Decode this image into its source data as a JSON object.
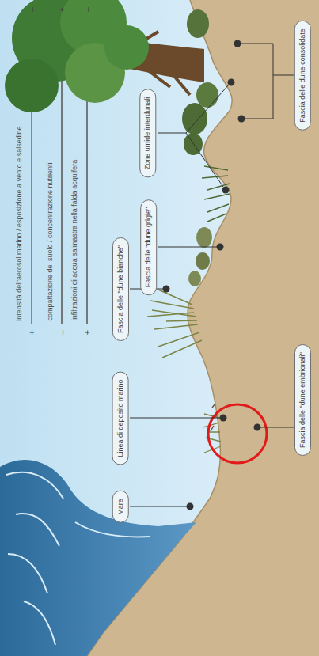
{
  "diagram": {
    "nodes": [
      {
        "text": [
          "Mare"
        ]
      },
      {
        "text": [
          "Linea di deposito marino"
        ]
      },
      {
        "text": [
          "Fascia delle \"dune bianche\""
        ]
      },
      {
        "text": [
          "Fascia delle \"dune grigie\""
        ]
      },
      {
        "text": [
          "Zone umide interdunali"
        ]
      },
      {
        "text": [
          "Fascia delle \"dune embrionali\""
        ]
      },
      {
        "text": [
          "Fascia delle dune consolidate"
        ]
      }
    ],
    "labels": [
      "intensità dell'aerosol marino / esposizione a vento e salsedine",
      "–",
      "+",
      "compattazione del suolo / concentrazione nutrienti",
      "+",
      "–",
      "infiltrazioni di acqua salmastra nella falda acquifera",
      "–",
      "+"
    ]
  }
}
